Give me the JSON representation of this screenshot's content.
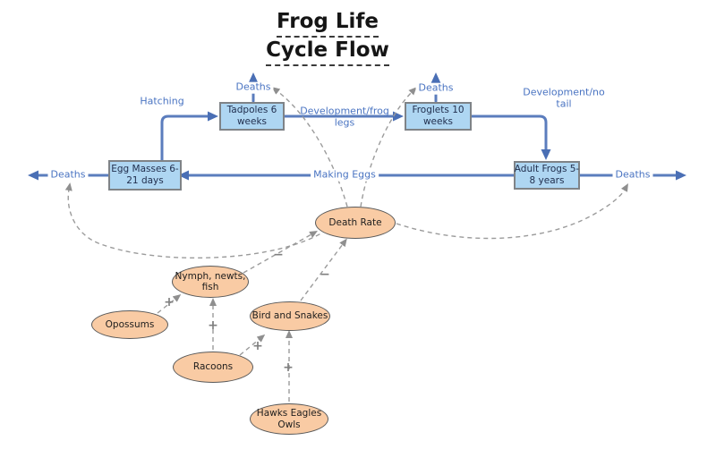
{
  "title": {
    "line1": "Frog Life",
    "line2": "Cycle Flow"
  },
  "boxes": [
    {
      "id": "egg-masses",
      "line1": "Egg Masses 6-",
      "line2": "21 days"
    },
    {
      "id": "tadpoles",
      "line1": "Tadpoles 6",
      "line2": "weeks"
    },
    {
      "id": "froglets",
      "line1": "Froglets 10",
      "line2": "weeks"
    },
    {
      "id": "adult-frogs",
      "line1": "Adult Frogs 5-",
      "line2": "8 years"
    }
  ],
  "ellipses": [
    {
      "id": "death-rate",
      "line1": "Death Rate",
      "line2": ""
    },
    {
      "id": "nymph-newts-fish",
      "line1": "Nymph, newts,",
      "line2": "fish"
    },
    {
      "id": "opossums",
      "line1": "Opossums",
      "line2": ""
    },
    {
      "id": "bird-and-snakes",
      "line1": "Bird and Snakes",
      "line2": ""
    },
    {
      "id": "racoons",
      "line1": "Racoons",
      "line2": ""
    },
    {
      "id": "hawks-eagles-owls",
      "line1": "Hawks Eagles",
      "line2": "Owls"
    }
  ],
  "labels": [
    {
      "id": "hatching",
      "line1": "Hatching",
      "line2": ""
    },
    {
      "id": "deaths-tadpoles",
      "line1": "Deaths",
      "line2": ""
    },
    {
      "id": "deaths-froglets",
      "line1": "Deaths",
      "line2": ""
    },
    {
      "id": "development-frog-legs",
      "line1": "Development/frog",
      "line2": "legs"
    },
    {
      "id": "development-no-tail",
      "line1": "Development/no",
      "line2": "tail"
    },
    {
      "id": "making-eggs",
      "line1": "Making Eggs",
      "line2": ""
    },
    {
      "id": "deaths-left",
      "line1": "Deaths",
      "line2": ""
    },
    {
      "id": "deaths-right",
      "line1": "Deaths",
      "line2": ""
    }
  ],
  "signs": [
    {
      "id": "plus-opossums-nymph",
      "symbol": "+"
    },
    {
      "id": "plus-racoons-nymph",
      "symbol": "+"
    },
    {
      "id": "plus-racoons-birds",
      "symbol": "+"
    },
    {
      "id": "plus-hawks-birds",
      "symbol": "+"
    },
    {
      "id": "minus-nymph-deathrate",
      "symbol": "−"
    },
    {
      "id": "minus-birds-deathrate",
      "symbol": "−"
    }
  ],
  "colors": {
    "node_fill": "#aed6f2",
    "node_border": "#7f8387",
    "node_text": "#22304f",
    "ellipse_fill": "#f9cba4",
    "ellipse_border": "#595959",
    "arrow_blue": "#5b7dbd",
    "label_blue": "#4a74c2",
    "dashed_gray": "#9b9b9b",
    "sign_gray": "#7f7f7f"
  }
}
